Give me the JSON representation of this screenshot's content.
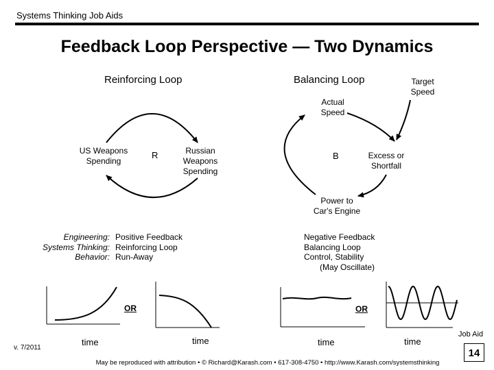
{
  "header": {
    "text": "Systems Thinking Job Aids"
  },
  "title": "Feedback Loop Perspective — Two Dynamics",
  "reinforcing": {
    "title": "Reinforcing Loop",
    "left_node": [
      "US Weapons",
      "Spending"
    ],
    "center": "R",
    "right_node": [
      "Russian",
      "Weapons",
      "Spending"
    ],
    "labels": [
      "Engineering:",
      "Systems Thinking:",
      "Behavior:"
    ],
    "values": [
      "Positive Feedback",
      "Reinforcing Loop",
      "Run-Away"
    ]
  },
  "balancing": {
    "title": "Balancing Loop",
    "target": [
      "Target",
      "Speed"
    ],
    "actual": [
      "Actual",
      "Speed"
    ],
    "center": "B",
    "excess": [
      "Excess or",
      "Shortfall"
    ],
    "power": [
      "Power to",
      "Car's Engine"
    ],
    "desc": [
      "Negative Feedback",
      "Balancing Loop",
      "Control, Stability",
      "(May Oscillate)"
    ]
  },
  "graphs": {
    "or_label": "OR",
    "x_label": "time"
  },
  "footer": {
    "version": "v. 7/2011",
    "job_aid": "Job Aid",
    "page": "14",
    "attribution": "May be reproduced with attribution • © Richard@Karash.com • 617-308-4750 • http://www.Karash.com/systemsthinking"
  }
}
